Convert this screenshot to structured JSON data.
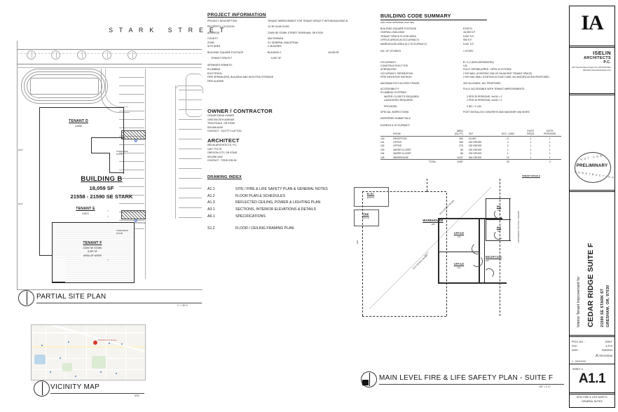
{
  "sheet": {
    "number": "A1.1",
    "title_line1": "SITE/ FIRE & LIFE SAFETY,",
    "title_line2": "GENERAL NOTES",
    "sheet_label": "SHEET #"
  },
  "titleblock": {
    "logo_mark": "IA",
    "firm_line1": "ISELIN",
    "firm_line2": "ARCHITECTS",
    "firm_line3": "P.C.",
    "firm_address": "1307 Seventh Street\nOregon City, OR 97045\n(503-656-1942)\nwww.iselinarchitects.com",
    "stamp_word": "PRELIMINARY",
    "stamp_arc_top": "NOT  FOR",
    "stamp_arc_bottom": "CONSTRUCTION",
    "project_prefix": "Interior Tenant Improvement for",
    "project_name": "CEDAR RIDGE SUITE F",
    "project_address1": "21590 SE STARK ST",
    "project_address2": "GRESHAM, OR, 97030",
    "meta": [
      {
        "key": "PROJ. NO. :",
        "value": "1939.F"
      },
      {
        "key": "FILE :",
        "value": "A-FLS"
      },
      {
        "key": "DATE :",
        "value": "9/05/2024"
      }
    ],
    "revisions_label": "REVISIONS",
    "revision_entry": "1 : XX/XX/XX"
  },
  "project_information": {
    "heading": "PROJECT INFORMATION",
    "rows": [
      {
        "key": "PROJECT DESCRIPTION",
        "value": "TENANT IMPROVEMENT FOR TENANT\nSPACE F WITHIN BUILDING B."
      },
      {
        "key": "PROPERTY LOCATION",
        "value": "1S 3E 04 AB 01400"
      },
      {
        "key": "ADDRESS",
        "value": "21590 SE STARK STREET\nGRESHAM, OR 97030"
      },
      {
        "key": "COUNTY",
        "value": "MULTNOMAH"
      },
      {
        "key": "ZONE",
        "value": "GI, GENERAL INDUSTRIAL"
      },
      {
        "key": "SITE AREA",
        "value": "2.46 ACRES"
      }
    ],
    "sqft_label": "BUILDING SQUARE FOOTAGE",
    "sqft_building": "BUILDING 2",
    "sqft_value": "18,059 SF",
    "tenant_label": "TENANT SPACE F",
    "tenant_value": "5,957 SF",
    "separate_permits_heading": "SEPARATE PERMITS:",
    "separate_permits": [
      "PLUMBING",
      "ELECTRICAL",
      "FIRE SPRINKLERS, BUILDING AND HIGH PILE STORAGE",
      "FIRE ALARMS"
    ]
  },
  "owner_contractor": {
    "heading": "OWNER / CONTRACTOR",
    "lines": [
      "CEDAR RIDGE HOMES",
      "1905 SW 257H AVENUE",
      "TROUTDALE, OR 97060",
      "503-666-6240",
      "CONTACT :  SCOTT CLAYTON"
    ]
  },
  "architect": {
    "heading": "ARCHITECT",
    "lines": [
      "ISELIN ARCHITECTS, P.C.",
      "1307 7TH ST",
      "OREGON CITY, OR 97045",
      "503-656-1942",
      "CONTACT :  TODD ISELIN"
    ]
  },
  "drawing_index": {
    "heading": "DRAWING INDEX",
    "entries": [
      {
        "code": "A1.1",
        "title": "SITE / FIRE & LIFE SAFETY PLAN & GENERAL NOTES"
      },
      {
        "code": "A1.2",
        "title": "FLOOR PLAN & SCHEDULES"
      },
      {
        "code": "A1.3",
        "title": "REFLECTED CEILING, POWER & LIGHTING PLAN"
      },
      {
        "code": "A3.1",
        "title": "SECTIONS, INTERIOR ELEVATIONS & DETAILS"
      },
      {
        "code": "A6.1",
        "title": "SPECIFICATIONS"
      }
    ],
    "structural": [
      {
        "code": "S1.2",
        "title": "FLOOR / CEILING FRAMING PLAN"
      }
    ]
  },
  "building_code_summary": {
    "heading": "BUILDING CODE SUMMARY",
    "subheading": "2022 OSSC (MODIFIED 2021 IBC)",
    "areas": [
      {
        "key": "BUILDING SQUARE FOOTAGE",
        "value": "EXISTG"
      },
      {
        "key": "OVERALL BUILDING",
        "value": "18,059 S.F."
      },
      {
        "key": "TENANT SPACE FLOOR AREA",
        "value": "5,957 S.F."
      },
      {
        "key": "OFFICE AREAS (B OCCUPANCY)",
        "value": "950 S.F."
      },
      {
        "key": "WAREHOUSE AREA (S-2 OCCUPANCY)",
        "value": "5,007 S.F."
      }
    ],
    "stories": {
      "key": "NO. OF STORIES",
      "value": "1 STORY"
    },
    "general": [
      {
        "key": "OCCUPANCY",
        "value": "B / S-2  (NON-SEPARATED)"
      },
      {
        "key": "CONSTRUCTION TYPE",
        "value": "V-B"
      },
      {
        "key": "SPRINKLERS",
        "value": "FULLY SPRINKLERED - NFPA 13 SYSTEM"
      },
      {
        "key": "OCCUPANCY SEPARATION",
        "value": "2 HR WALL  (EXISTING CMU AT ADJACENT TENANT SPACE)"
      },
      {
        "key": "FIRE RESISTIVE RATINGS",
        "value": "2 HR CMU WALL EXISTING AT EAST SIDE; NO MODIFICATION\nPROPOSED"
      },
      {
        "key": "MAXIMUM EXIT ACCESS TRAVEL",
        "value": "300' ALLOWED;  102' PROPOSED"
      },
      {
        "key": "ACCESSIBILITY",
        "value": "FULLY ACCESSIBLE WITH TENANT IMPROVEMENTS"
      }
    ],
    "plumbing_heading": "PLUMBING SYSTEMS",
    "plumbing": [
      {
        "key": "WATER CLOSETS REQUIRED",
        "value": "1 PER 25 PERSONS; 1st 50  = 2"
      },
      {
        "key": "LAVATORIES REQUIRED",
        "value": "1 PER 40 PERSONS; 1st 80  = 2"
      },
      {
        "key": "PROVIDED",
        "value": "2 WC / 2 LAV"
      }
    ],
    "special_inspections": {
      "key": "SPECIAL INSPECTIONS",
      "value": "POST INSTALLED CONCRETE AND MASONRY ANCHORS"
    },
    "deferred_submittals": {
      "key": "DEFERRED SUBMITTALS",
      "value": ""
    }
  },
  "egress_occupancy": {
    "heading": "EGRESS & OCCUPANCY",
    "columns": [
      "ROOM",
      "",
      "AREA\n(SQ-FT)",
      "OLF",
      "OCC. LOAD",
      "EXITS\nREQ'D",
      "EXITS\nPROVIDED"
    ],
    "col_room": "ROOM",
    "col_area": "AREA",
    "col_area2": "(SQ-FT)",
    "col_olf": "OLF",
    "col_occ": "OCC. LOAD",
    "col_exits_req1": "EXITS",
    "col_exits_req2": "REQ'D",
    "col_exits_prov1": "EXITS",
    "col_exits_prov2": "PROVIDED",
    "rows": [
      {
        "num": "100",
        "name": "RECEPTION",
        "area": "250",
        "olf": "15 NET",
        "occ": "17",
        "req": "1",
        "prov": "1"
      },
      {
        "num": "101",
        "name": "OFFICE",
        "area": "266",
        "olf": "150 GROSS",
        "occ": "2",
        "req": "1",
        "prov": "1"
      },
      {
        "num": "102",
        "name": "OFFICE",
        "area": "275",
        "olf": "150 GROSS",
        "occ": "2",
        "req": "1",
        "prov": "1"
      },
      {
        "num": "103",
        "name": "WATER CLOSET",
        "area": "68",
        "olf": "150 GROSS",
        "occ": "1",
        "req": "1",
        "prov": "1"
      },
      {
        "num": "104",
        "name": "WATER CLOSET",
        "area": "68",
        "olf": "150 GROSS",
        "occ": "1",
        "req": "1",
        "prov": "1"
      },
      {
        "num": "105",
        "name": "WAREHOUSE",
        "area": "5,007",
        "olf": "500 GROSS",
        "occ": "10",
        "req": "1",
        "prov": "1"
      }
    ],
    "total": {
      "label": "TOTAL",
      "area": "5,957",
      "occ": "33",
      "prov": "2"
    }
  },
  "site_plan": {
    "title": "PARTIAL SITE PLAN",
    "scale": "1\" = 30'-0\"",
    "street": "S T A R K   S T R E E T",
    "building_name": "BUILDING B",
    "building_sf": "18,059 SF",
    "building_address": "21558 - 21590 SE STARK",
    "tenants": [
      {
        "name": "TENANT D",
        "addr": "21558"
      },
      {
        "name": "TENANT E",
        "addr": "21572"
      }
    ],
    "tenant_f": {
      "name": "TENANT F",
      "addr": "21590 SE STARK",
      "sf": "5,957 SF",
      "work": "AREA OF WORK"
    },
    "annotations": [
      "OVERHEAD\nDOOR",
      "ENTRANCE",
      "EXIT"
    ]
  },
  "vicinity_map": {
    "title": "VICINITY MAP",
    "scale": "NTS",
    "pin_label": "21590 SE Stark\nSt, Gresham"
  },
  "floor_plan": {
    "title": "MAIN LEVEL FIRE & LIFE SAFETY PLAN - SUITE F",
    "scale": "1/8\" = 1'-0\"",
    "rooms": [
      {
        "name": "WAREHOUSE",
        "num": "105"
      },
      {
        "name": "OFFICE",
        "num": "102"
      },
      {
        "name": "OFFICE",
        "num": "101"
      },
      {
        "name": "RECEPTION",
        "num": "100"
      },
      {
        "name": "WC",
        "num": "103"
      },
      {
        "name": "WC",
        "num": "104"
      },
      {
        "name": "ELEC",
        "num": "EXISTG"
      },
      {
        "name": "FIRE",
        "num": "EXISTG"
      }
    ],
    "annotations": {
      "travel1": "EXIT ACCESS TRAVEL",
      "travel2": "102'-0\"",
      "east_wall": "EXISTING 2 HOUR CMU DEMISING WALL",
      "tenant_e": "TENANT SPACE E",
      "exit": "EXIT"
    }
  },
  "colors": {
    "ink": "#1a1a1a",
    "line": "#2b2b2b",
    "light_line": "#9a9a9a",
    "accent_red": "#d8392b"
  }
}
